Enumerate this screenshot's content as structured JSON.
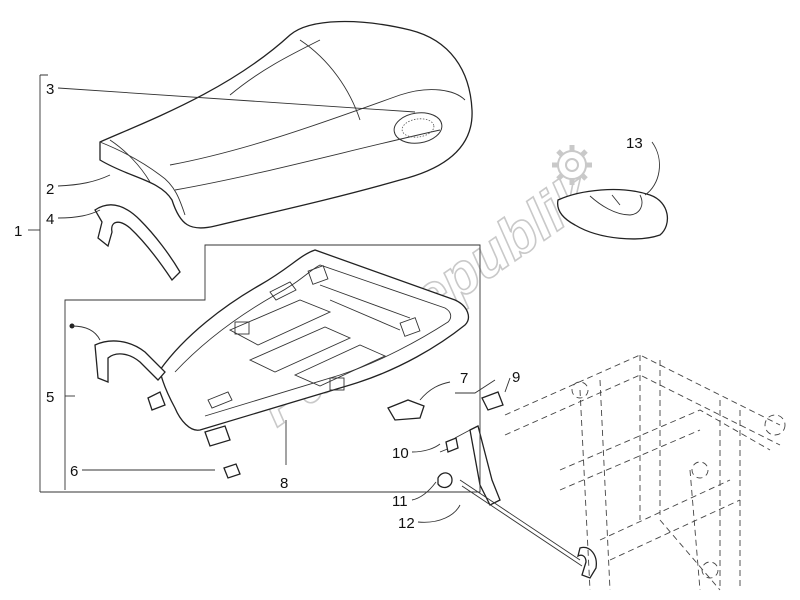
{
  "watermark": {
    "text": "PartsRepublik"
  },
  "labels": {
    "l1": "1",
    "l2": "2",
    "l3": "3",
    "l4": "4",
    "l5": "5",
    "l6": "6",
    "l7": "7",
    "l8": "8",
    "l9": "9",
    "l10": "10",
    "l11": "11",
    "l12": "12",
    "l13": "13"
  }
}
